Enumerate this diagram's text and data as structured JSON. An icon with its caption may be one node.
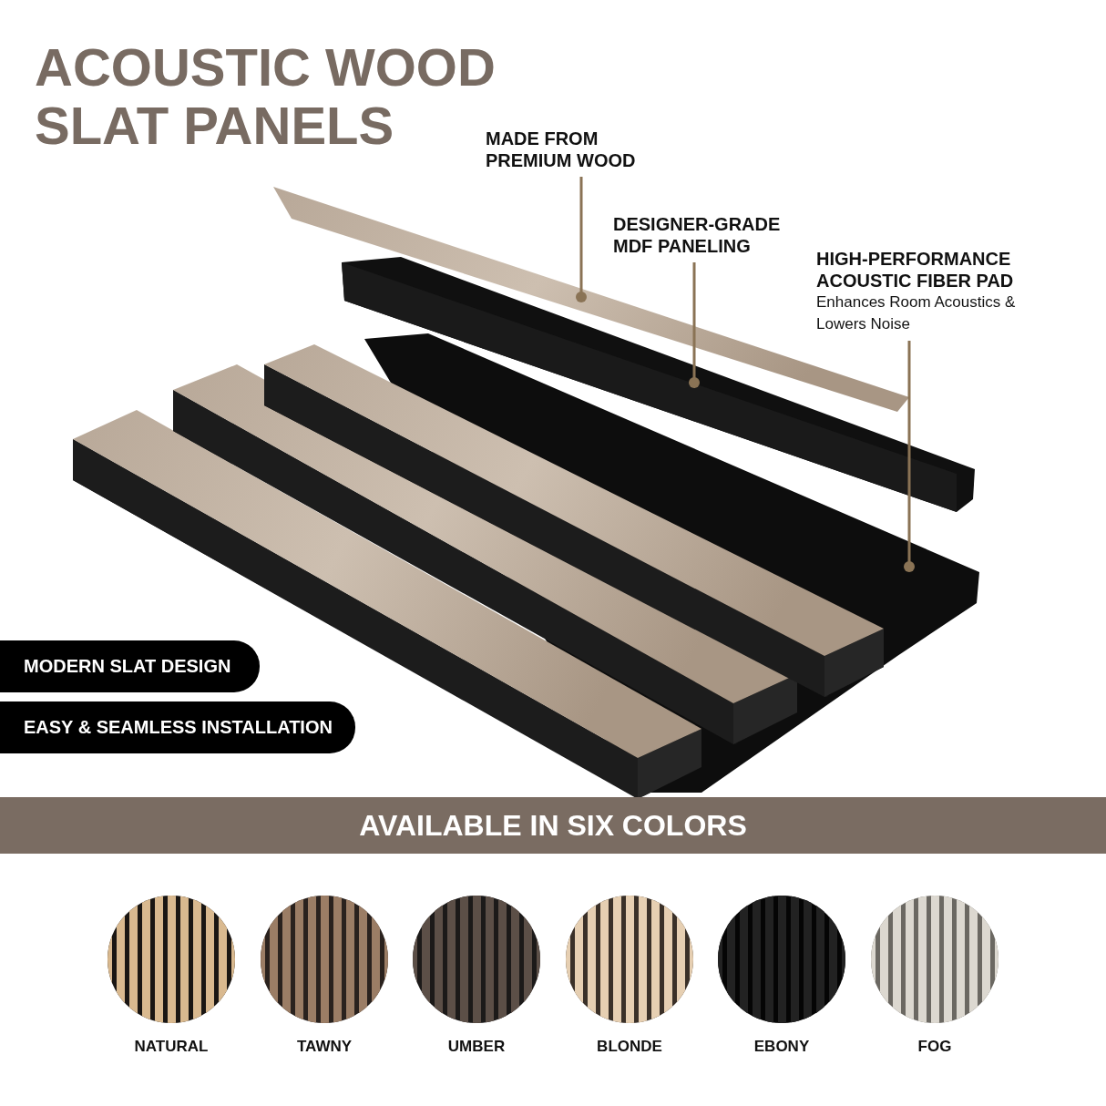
{
  "diagram": {
    "title": "ACOUSTIC WOOD SLAT PANELS",
    "nodes": [
      {
        "text": [
          "MADE FROM PREMIUM WOOD"
        ]
      },
      {
        "text": [
          "DESIGNER-GRADE MDF PANELING"
        ]
      },
      {
        "text": [
          "HIGH-PERFORMANCE ACOUSTIC FIBER PAD",
          "Enhances Room Acoustics & Lowers Noise"
        ]
      },
      {
        "text": [
          "MODERN SLAT DESIGN"
        ]
      },
      {
        "text": [
          "EASY & SEAMLESS INSTALLATION"
        ]
      },
      {
        "text": [
          "AVAILABLE IN SIX COLORS"
        ]
      },
      {
        "text": [
          "NATURAL"
        ]
      },
      {
        "text": [
          "TAWNY"
        ]
      },
      {
        "text": [
          "UMBER"
        ]
      },
      {
        "text": [
          "BLONDE"
        ]
      },
      {
        "text": [
          "EBONY"
        ]
      },
      {
        "text": [
          "FOG"
        ]
      }
    ],
    "edges": [
      {
        "from": 0,
        "to": null,
        "arrow": "other"
      },
      {
        "from": 1,
        "to": null,
        "arrow": "other"
      },
      {
        "from": 2,
        "to": null,
        "arrow": "other"
      }
    ]
  }
}
